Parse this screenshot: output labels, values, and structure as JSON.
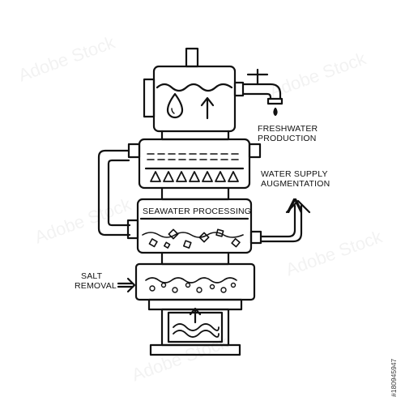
{
  "diagram": {
    "labels": {
      "freshwater": [
        "FRESHWATER",
        "PRODUCTION"
      ],
      "supply": [
        "WATER SUPPLY",
        "AUGMENTATION"
      ],
      "processing": "SEAWATER PROCESSING",
      "salt": [
        "SALT",
        "REMOVAL"
      ]
    },
    "stock_id": "#180945947"
  },
  "watermark": {
    "text": "Adobe Stock"
  },
  "colors": {
    "line": "#111111",
    "background": "#ffffff"
  }
}
